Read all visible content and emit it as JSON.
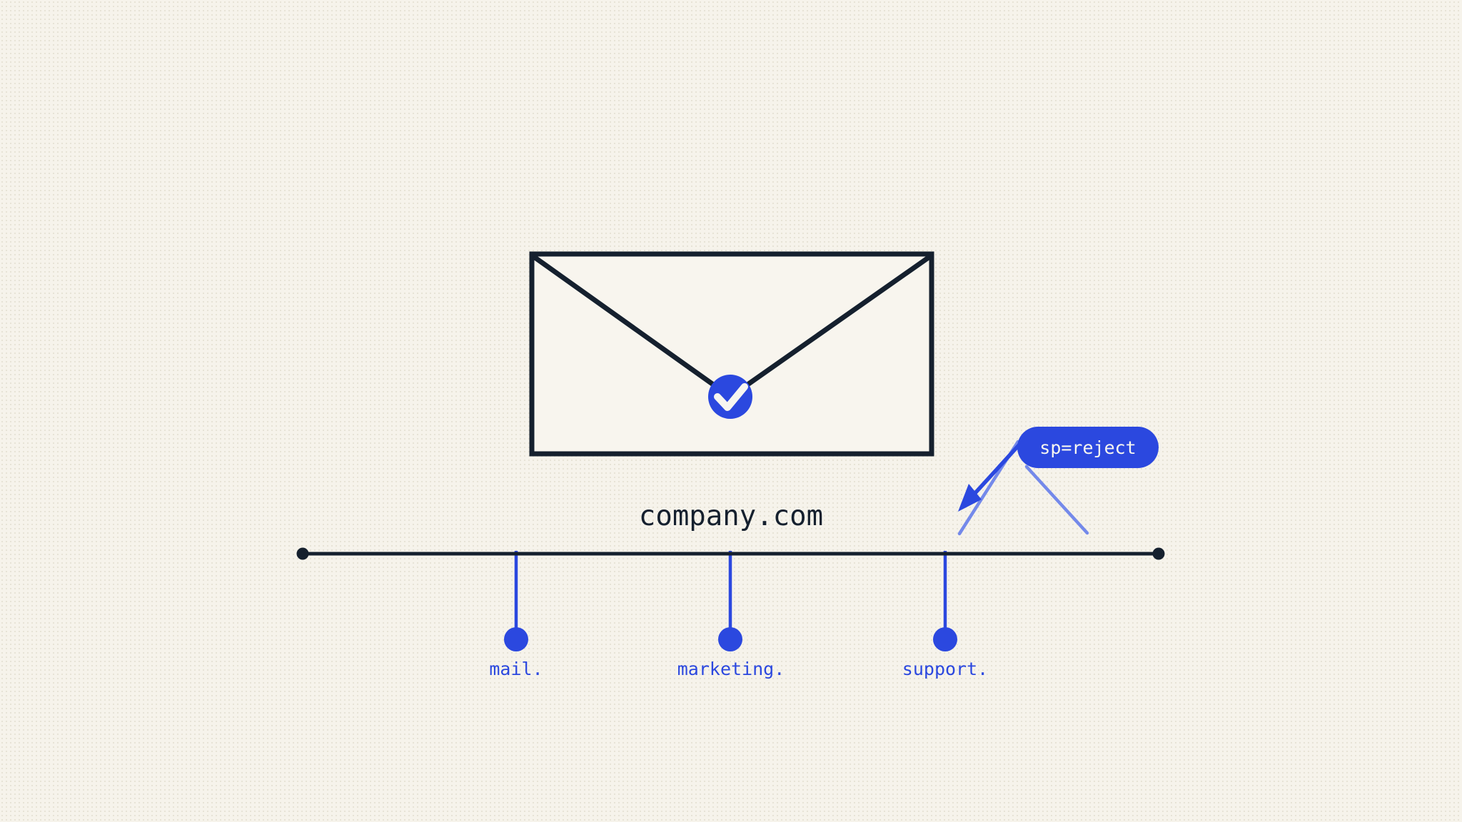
{
  "colors": {
    "background": "#f6f3eb",
    "grid_dot": "#e7e3d6",
    "ink": "#15202e",
    "accent": "#2b48df",
    "accent_soft": "#7489ea",
    "check_mark": "#f7f6f0",
    "badge_text": "#f7f6f0",
    "envelope_fill": "#f8f5ee"
  },
  "diagram": {
    "domain_label": "company.com",
    "policy_badge": {
      "label": "sp=reject"
    },
    "subdomains": [
      {
        "label": "mail."
      },
      {
        "label": "marketing."
      },
      {
        "label": "support."
      }
    ],
    "icons": {
      "envelope_icon": "✉",
      "check_icon": "✓",
      "arrow_icon": "↙"
    }
  }
}
